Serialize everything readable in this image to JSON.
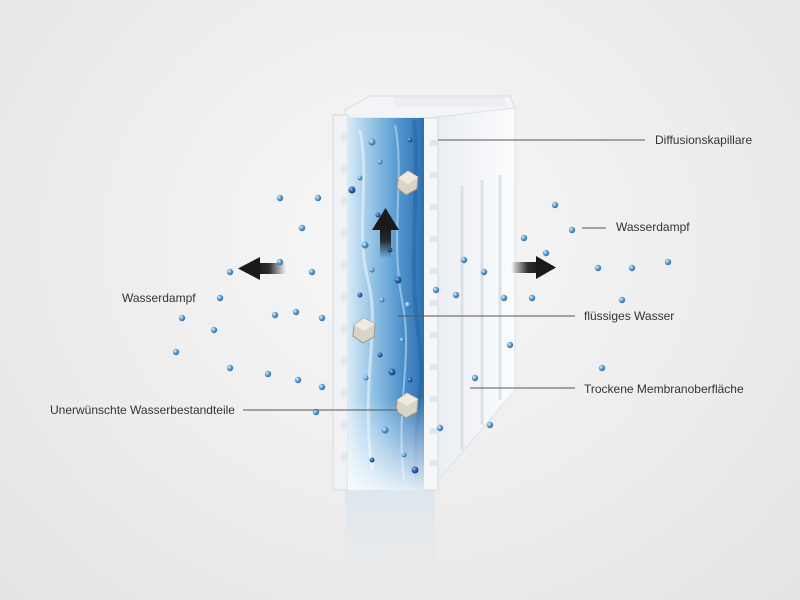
{
  "labels": {
    "diffusion_capillary": "Diffusionskapillare",
    "vapor_right": "Wasserdampf",
    "vapor_left": "Wasserdampf",
    "liquid_water": "flüssiges Wasser",
    "dry_membrane": "Trockene Membranoberfläche",
    "unwanted_constituents": "Unerwünschte Wasserbestandteile"
  },
  "colors": {
    "water_light": "#bcd9ef",
    "water_mid": "#6aa6d6",
    "water_dark": "#2f6fb0",
    "droplet": "#5aa0cf",
    "droplet_dark": "#1f4f9a",
    "membrane": "#f6f7f9",
    "arrow": "#1a1a1a",
    "leader_line": "#555555"
  },
  "icons": {
    "arrow_up": "arrow-up-icon",
    "arrow_left": "arrow-left-icon",
    "arrow_right": "arrow-right-icon",
    "particle": "particle-icon"
  }
}
